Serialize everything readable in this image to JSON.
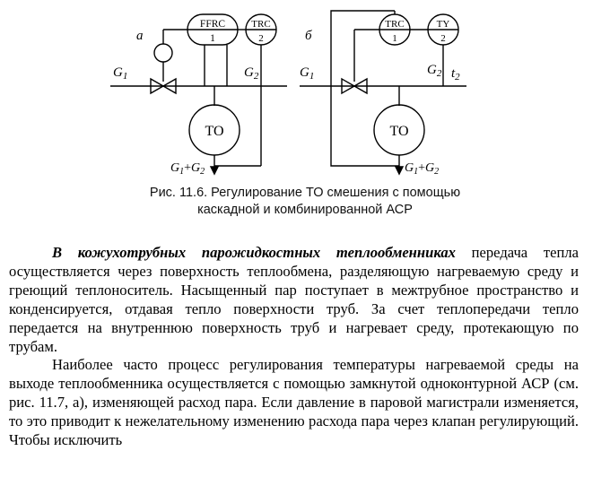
{
  "figure": {
    "panel_a": "а",
    "panel_b": "б",
    "a": {
      "ffrc": "FFRC",
      "ffrc_num": "1",
      "trc": "TRC",
      "trc_num": "2",
      "g1": "G",
      "g1_sub": "1",
      "g2": "G",
      "g2_sub": "2",
      "to": "ТО",
      "out_g1": "G",
      "out_g1_sub": "1",
      "out_plus": "+",
      "out_g2": "G",
      "out_g2_sub": "2"
    },
    "b": {
      "trc": "TRC",
      "trc_num": "1",
      "ty": "TY",
      "ty_num": "2",
      "g1": "G",
      "g1_sub": "1",
      "g2": "G",
      "g2_sub": "2",
      "t2": "t",
      "t2_sub": "2",
      "to": "ТО",
      "out_g1": "G",
      "out_g1_sub": "1",
      "out_plus": "+",
      "out_g2": "G",
      "out_g2_sub": "2"
    }
  },
  "caption": {
    "line1": "Рис. 11.6. Регулирование ТО смешения с помощью",
    "line2": "каскадной и комбинированной АСР"
  },
  "body": {
    "p1_lead": "В кожухотрубных парожидкостных теплообменниках",
    "p1_rest": " передача тепла осуществляется  через поверхность теплообмена, разделяющую нагреваемую среду и греющий теплоноситель. Насыщенный пар поступает в межтрубное пространство и конденсируется, отдавая тепло поверхности труб. За счет теплопередачи тепло передается на внутреннюю поверхность труб и нагревает среду, протекающую по трубам.",
    "p2": "Наиболее часто процесс регулирования температуры нагреваемой среды на выходе теплообменника осуществляется с помощью замкнутой одноконтурной АСР (см. рис. 11.7, а), изменяющей расход пара. Если давление в паровой магистрали изменяется, то это приводит к нежелательному изменению расхода пара через клапан регулирующий. Чтобы исключить"
  }
}
